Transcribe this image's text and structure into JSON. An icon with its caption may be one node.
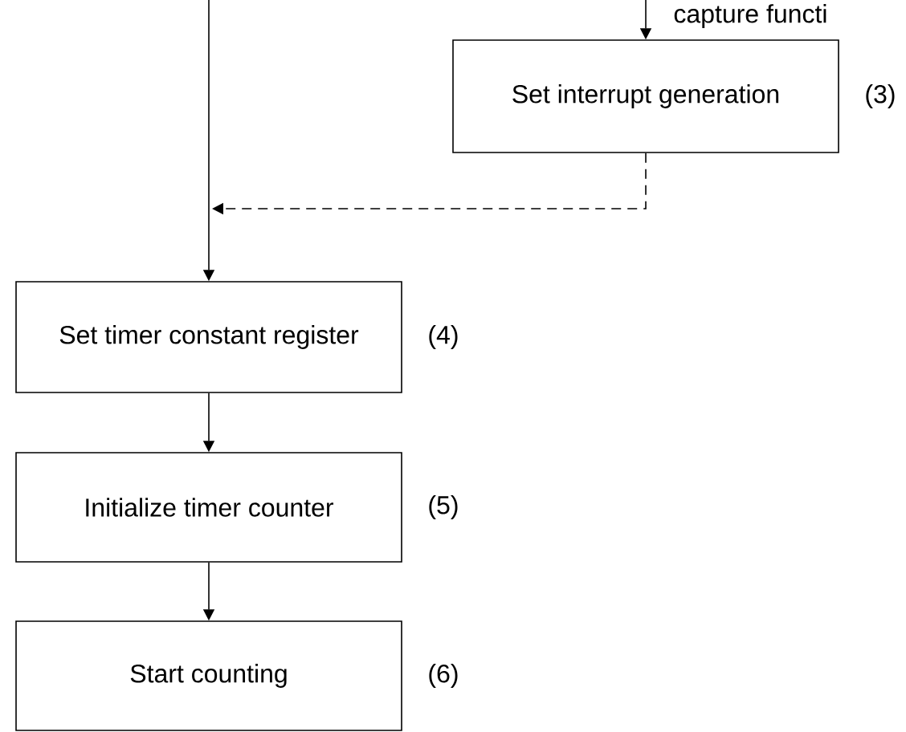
{
  "diagram": {
    "nodes": [
      {
        "text": [
          "Set interrupt generation"
        ],
        "beside": [
          "(3)"
        ]
      },
      {
        "text": [
          "Set timer constant register"
        ],
        "beside": [
          "(4)"
        ]
      },
      {
        "text": [
          "Initialize timer counter"
        ],
        "beside": [
          "(5)"
        ]
      },
      {
        "text": [
          "Start counting"
        ],
        "beside": [
          "(6)"
        ]
      }
    ],
    "edges": [
      {
        "from": null,
        "to": 0,
        "arrow": "to",
        "label": "capture functi"
      },
      {
        "from": null,
        "to": 1,
        "arrow": "to"
      },
      {
        "from": 0,
        "to": null,
        "arrow": "to",
        "style": "dashed"
      },
      {
        "from": 1,
        "to": 2,
        "arrow": "to"
      },
      {
        "from": 2,
        "to": 3,
        "arrow": "to"
      }
    ]
  }
}
